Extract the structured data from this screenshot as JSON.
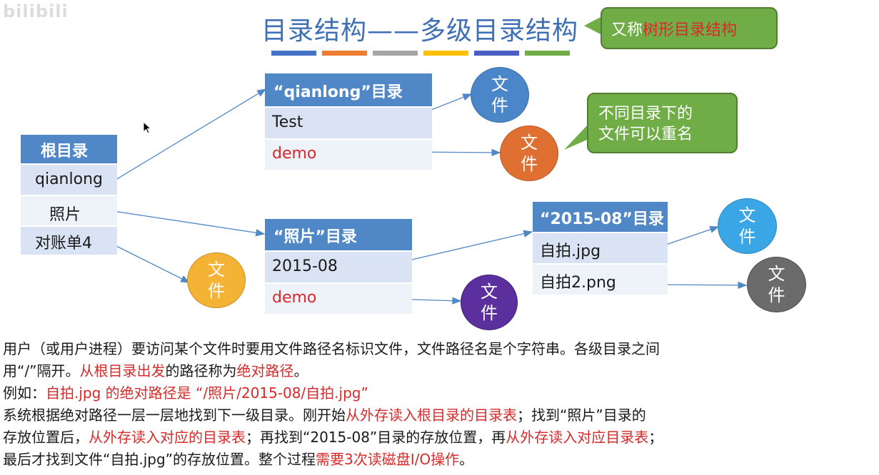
{
  "watermark": "bilibili",
  "title": "目录结构——多级目录结构",
  "color_bars": [
    "#4472c4",
    "#ed7d31",
    "#a5a5a5",
    "#ffc000",
    "#4a5ec4",
    "#70ad47"
  ],
  "note_top": {
    "prefix": "又称",
    "highlight": "树形目录结构"
  },
  "note_same_name": {
    "line1": "不同目录下的",
    "line2": "文件可以重名"
  },
  "root_table": {
    "header": "根目录",
    "rows": [
      "qianlong",
      "照片",
      "对账单4"
    ]
  },
  "qianlong_table": {
    "header": "“qianlong”目录",
    "rows": [
      "Test",
      "demo"
    ]
  },
  "photo_table": {
    "header": "“照片”目录",
    "rows": [
      "2015-08",
      "demo"
    ]
  },
  "y2015_table": {
    "header": "“2015-08”目录",
    "rows": [
      "自拍.jpg",
      "自拍2.png"
    ]
  },
  "file_circles": [
    {
      "line1": "文",
      "line2": "件",
      "color": "#4a86c8"
    },
    {
      "line1": "文",
      "line2": "件",
      "color": "#e07032"
    },
    {
      "line1": "文",
      "line2": "件",
      "color": "#f5b335"
    },
    {
      "line1": "文",
      "line2": "件",
      "color": "#5b2f9e"
    },
    {
      "line1": "文",
      "line2": "件",
      "color": "#3aa6e6"
    },
    {
      "line1": "文",
      "line2": "件",
      "color": "#6b6b6b"
    }
  ],
  "paragraph": {
    "l1": "用户（或用户进程）要访问某个文件时要用文件路径名标识文件，文件路径名是个字符串。各级目录之间",
    "l2a": "用“/”隔开。",
    "l2b": "从根目录出发",
    "l2c": "的路径称为",
    "l2d": "绝对路径",
    "l2e": "。",
    "l3a": "例如：",
    "l3b": "自拍.jpg 的绝对路径是 “/照片/2015-08/自拍.jpg”",
    "l4a": "系统根据绝对路径一层一层地找到下一级目录。刚开始",
    "l4b": "从外存读入根目录的目录表",
    "l4c": "；找到“照片”目录的",
    "l5a": "存放位置后，",
    "l5b": "从外存读入对应的目录表",
    "l5c": "；再找到“2015-08”目录的存放位置，再",
    "l5d": "从外存读入对应目录表",
    "l5e": "；",
    "l6a": "最后才找到文件“自拍.jpg”的存放位置。整个过程",
    "l6b": "需要3次读磁盘I/O操作",
    "l6c": "。"
  }
}
